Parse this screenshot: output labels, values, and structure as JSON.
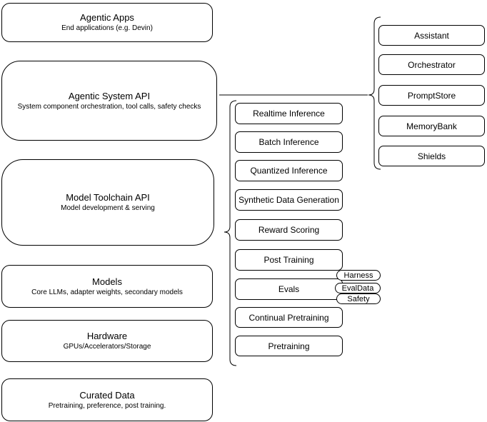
{
  "diagram": {
    "stack": [
      {
        "title": "Agentic Apps",
        "subtitle": "End applications (e.g. Devin)"
      },
      {
        "title": "Agentic System API",
        "subtitle": "System component orchestration, tool calls, safety checks"
      },
      {
        "title": "Model Toolchain API",
        "subtitle": "Model development & serving"
      },
      {
        "title": "Models",
        "subtitle": "Core LLMs, adapter weights, secondary models"
      },
      {
        "title": "Hardware",
        "subtitle": "GPUs/Accelerators/Storage"
      },
      {
        "title": "Curated Data",
        "subtitle": "Pretraining, preference, post training."
      }
    ],
    "toolchain": {
      "items": [
        "Realtime Inference",
        "Batch Inference",
        "Quantized Inference",
        "Synthetic Data Generation",
        "Reward Scoring",
        "Post Training",
        "Evals",
        "Continual Pretraining",
        "Pretraining"
      ],
      "evals_tags": [
        "Harness",
        "EvalData",
        "Safety"
      ]
    },
    "system_components": [
      "Assistant",
      "Orchestrator",
      "PromptStore",
      "MemoryBank",
      "Shields"
    ],
    "colors": {
      "stroke": "#000000",
      "node_fill": "#ffffff"
    }
  }
}
